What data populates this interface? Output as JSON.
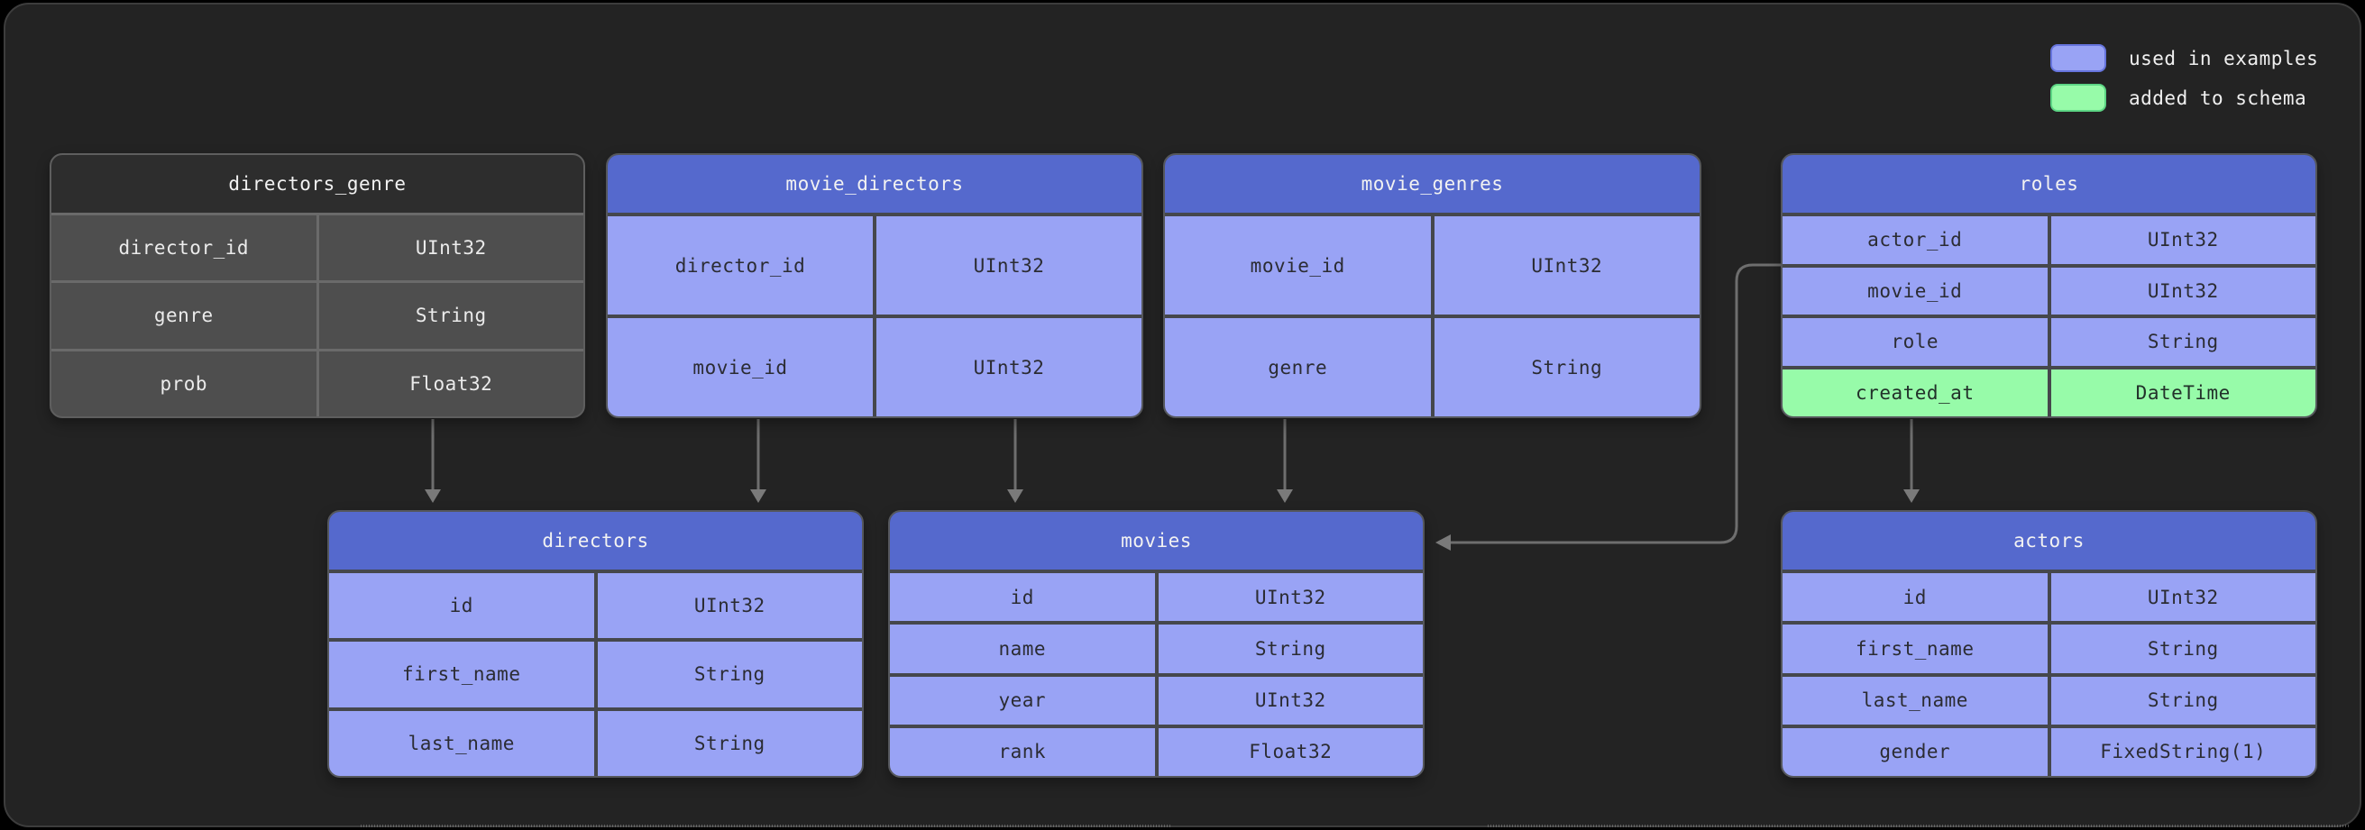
{
  "legend": {
    "items": [
      {
        "key": "used-in-examples",
        "label": "used in examples",
        "color": "#99a3f5",
        "border": "#6674dd"
      },
      {
        "key": "added-to-schema",
        "label": "added to schema",
        "color": "#97fba9",
        "border": "#5cd584"
      }
    ]
  },
  "tables": [
    {
      "name": "directors_genre",
      "variant": "plain",
      "rows": [
        {
          "field": "director_id",
          "type": "UInt32",
          "status": "plain"
        },
        {
          "field": "genre",
          "type": "String",
          "status": "plain"
        },
        {
          "field": "prob",
          "type": "Float32",
          "status": "plain"
        }
      ]
    },
    {
      "name": "movie_directors",
      "variant": "examples",
      "rows": [
        {
          "field": "director_id",
          "type": "UInt32",
          "status": "examples"
        },
        {
          "field": "movie_id",
          "type": "UInt32",
          "status": "examples"
        }
      ]
    },
    {
      "name": "movie_genres",
      "variant": "examples",
      "rows": [
        {
          "field": "movie_id",
          "type": "UInt32",
          "status": "examples"
        },
        {
          "field": "genre",
          "type": "String",
          "status": "examples"
        }
      ]
    },
    {
      "name": "roles",
      "variant": "examples",
      "rows": [
        {
          "field": "actor_id",
          "type": "UInt32",
          "status": "examples"
        },
        {
          "field": "movie_id",
          "type": "UInt32",
          "status": "examples"
        },
        {
          "field": "role",
          "type": "String",
          "status": "examples"
        },
        {
          "field": "created_at",
          "type": "DateTime",
          "status": "added"
        }
      ]
    },
    {
      "name": "directors",
      "variant": "examples",
      "rows": [
        {
          "field": "id",
          "type": "UInt32",
          "status": "examples"
        },
        {
          "field": "first_name",
          "type": "String",
          "status": "examples"
        },
        {
          "field": "last_name",
          "type": "String",
          "status": "examples"
        }
      ]
    },
    {
      "name": "movies",
      "variant": "examples",
      "rows": [
        {
          "field": "id",
          "type": "UInt32",
          "status": "examples"
        },
        {
          "field": "name",
          "type": "String",
          "status": "examples"
        },
        {
          "field": "year",
          "type": "UInt32",
          "status": "examples"
        },
        {
          "field": "rank",
          "type": "Float32",
          "status": "examples"
        }
      ]
    },
    {
      "name": "actors",
      "variant": "examples",
      "rows": [
        {
          "field": "id",
          "type": "UInt32",
          "status": "examples"
        },
        {
          "field": "first_name",
          "type": "String",
          "status": "examples"
        },
        {
          "field": "last_name",
          "type": "String",
          "status": "examples"
        },
        {
          "field": "gender",
          "type": "FixedString(1)",
          "status": "examples"
        }
      ]
    }
  ],
  "connections": [
    {
      "from": "directors_genre",
      "to": "directors"
    },
    {
      "from": "movie_directors",
      "to": "directors"
    },
    {
      "from": "movie_directors",
      "to": "movies"
    },
    {
      "from": "movie_genres",
      "to": "movies"
    },
    {
      "from": "roles",
      "to": "movies"
    },
    {
      "from": "roles",
      "to": "actors"
    }
  ],
  "colors": {
    "used_in_examples": "#99a3f5",
    "added_to_schema": "#97fba9",
    "blue_header": "#5569cd",
    "plain_header": "#2d2d2d",
    "plain_row": "#4e4e4e",
    "connector": "#6e6e6e",
    "panel_background": "#232323"
  }
}
